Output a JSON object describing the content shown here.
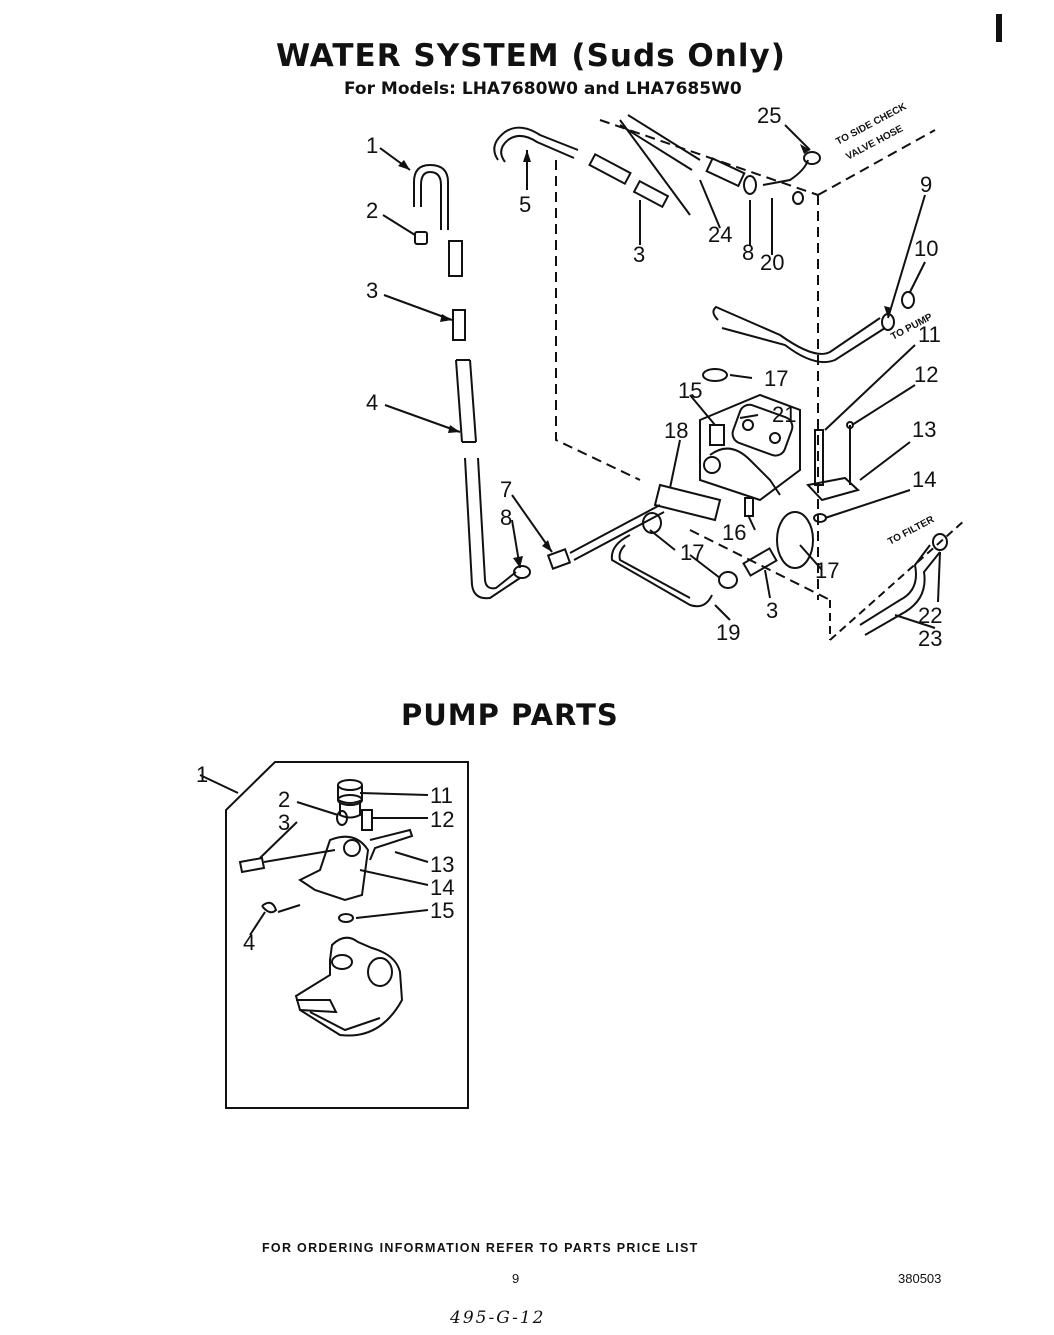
{
  "header": {
    "title": "WATER SYSTEM (Suds Only)",
    "models": "For Models: LHA7680W0 and LHA7685W0"
  },
  "water_system": {
    "callouts": [
      "1",
      "2",
      "3",
      "4",
      "5",
      "3",
      "24",
      "8",
      "20",
      "25",
      "9",
      "10",
      "11",
      "12",
      "13",
      "14",
      "15",
      "17",
      "21",
      "18",
      "16",
      "7",
      "8",
      "17",
      "17",
      "3",
      "19",
      "22",
      "23"
    ],
    "labels": {
      "side_check": "TO SIDE CHECK",
      "valve_hose": "VALVE HOSE",
      "to_pump": "TO PUMP",
      "to_filter": "TO FILTER"
    }
  },
  "pump_parts": {
    "title": "PUMP PARTS",
    "callouts": [
      "1",
      "2",
      "3",
      "4",
      "11",
      "12",
      "13",
      "14",
      "15"
    ]
  },
  "footer": {
    "ordering_note": "FOR ORDERING INFORMATION REFER TO PARTS PRICE LIST",
    "page_number": "9",
    "doc_number": "380503",
    "handwritten_note": "495-G-12"
  }
}
